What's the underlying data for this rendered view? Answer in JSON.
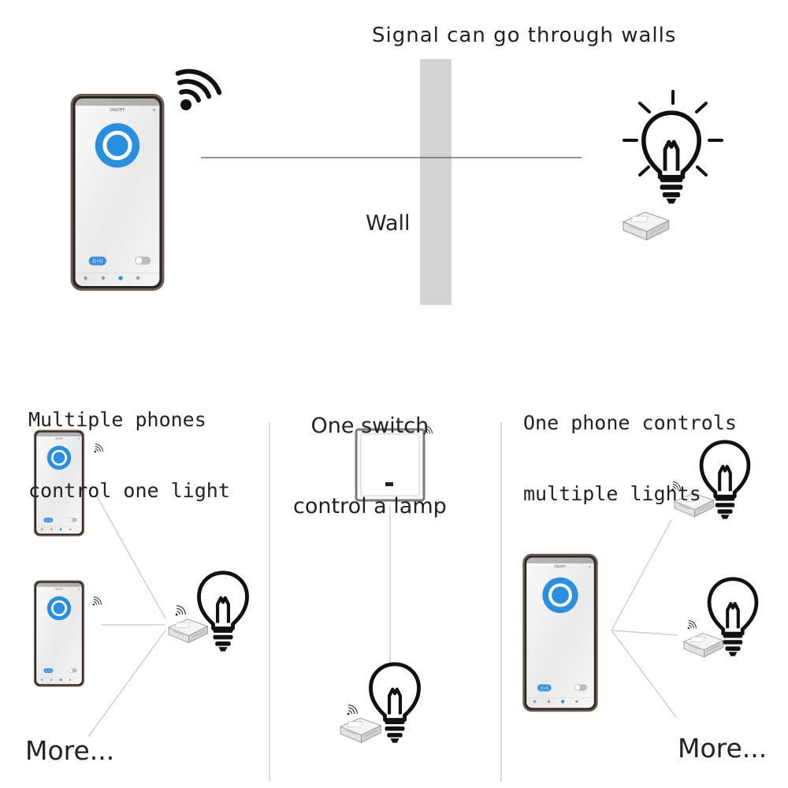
{
  "top_caption": "Signal can go through walls",
  "wall_label": "Wall",
  "panels": [
    {
      "title_line1": "Multiple phones",
      "title_line2": "control one light",
      "more": "More..."
    },
    {
      "title_line1": "One switch",
      "title_line2": "control a lamp"
    },
    {
      "title_line1": "One phone controls",
      "title_line2": "multiple lights",
      "more": "More..."
    }
  ],
  "phone_app": {
    "header": "ON/OFF"
  },
  "colors": {
    "accent": "#2b8fe0",
    "wall": "#d4d4d4",
    "ink": "#111111",
    "divider": "#cfcfcf"
  }
}
